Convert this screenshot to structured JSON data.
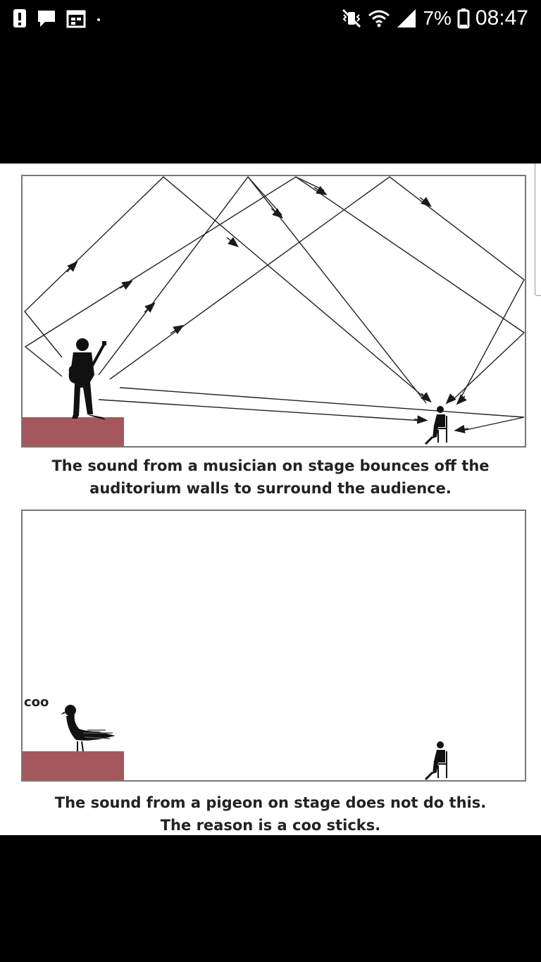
{
  "status_bar": {
    "left_icons": [
      "alert-icon",
      "message-icon",
      "calendar-icon",
      "dot-icon"
    ],
    "right_icons": [
      "mute-vibrate-icon",
      "wifi-icon",
      "signal-icon",
      "battery-icon"
    ],
    "battery_percent": "7%",
    "time": "08:47"
  },
  "meme": {
    "panel1": {
      "caption_line1": "The sound from a musician on stage bounces off the",
      "caption_line2": "auditorium walls to surround the audience."
    },
    "panel2": {
      "bubble_text": "coo",
      "caption_line1": "The sound from a pigeon on stage does not do this.",
      "caption_line2": "The reason is a coo sticks."
    }
  },
  "colors": {
    "stage": "#a5585c",
    "frame": "#777777",
    "ink": "#1a1a1a"
  }
}
